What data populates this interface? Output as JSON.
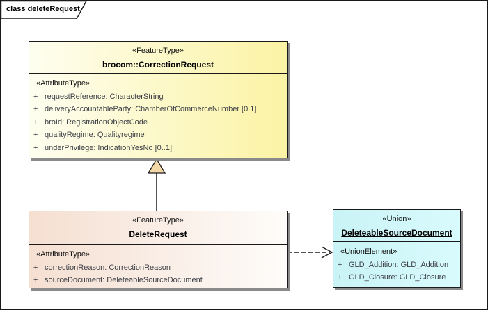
{
  "frame": {
    "label": "class deleteRequest"
  },
  "colors": {
    "class_fill_yellow": "#fbf3a4",
    "class_fill_peach": "#f5dfd1",
    "union_fill_cyan": "#c9f3f6",
    "generalization_arrowhead_fill": "#f2d8a6",
    "shadow": "#8a8a8a",
    "border": "#1a1a1a",
    "attribute_text": "#3c3f46"
  },
  "classes": [
    {
      "stereotype": "«FeatureType»",
      "name": "brocom::CorrectionRequest",
      "compartment_label": "«AttributeType»",
      "attributes": [
        {
          "visibility": "+",
          "text": "requestReference: CharacterString"
        },
        {
          "visibility": "+",
          "text": "deliveryAccountableParty: ChamberOfCommerceNumber [0.1]"
        },
        {
          "visibility": "+",
          "text": "broId: RegistrationObjectCode"
        },
        {
          "visibility": "+",
          "text": "qualityRegime: Qualityregime"
        },
        {
          "visibility": "+",
          "text": "underPrivilege: IndicationYesNo [0..1]"
        }
      ]
    },
    {
      "stereotype": "«FeatureType»",
      "name": "DeleteRequest",
      "compartment_label": "«AttributeType»",
      "attributes": [
        {
          "visibility": "+",
          "text": "correctionReason: CorrectionReason"
        },
        {
          "visibility": "+",
          "text": "sourceDocument: DeleteableSourceDocument"
        }
      ]
    },
    {
      "stereotype": "«Union»",
      "name": "DeleteableSourceDocument",
      "compartment_label": "«UnionElement»",
      "attributes": [
        {
          "visibility": "+",
          "text": "GLD_Addition: GLD_Addition"
        },
        {
          "visibility": "+",
          "text": "GLD_Closure: GLD_Closure"
        }
      ]
    }
  ],
  "relationships": [
    {
      "type": "generalization",
      "from": "DeleteRequest",
      "to": "brocom::CorrectionRequest",
      "style": "solid, hollow triangle"
    },
    {
      "type": "dependency",
      "from": "DeleteRequest",
      "to": "DeleteableSourceDocument",
      "style": "dashed, open arrow"
    }
  ]
}
